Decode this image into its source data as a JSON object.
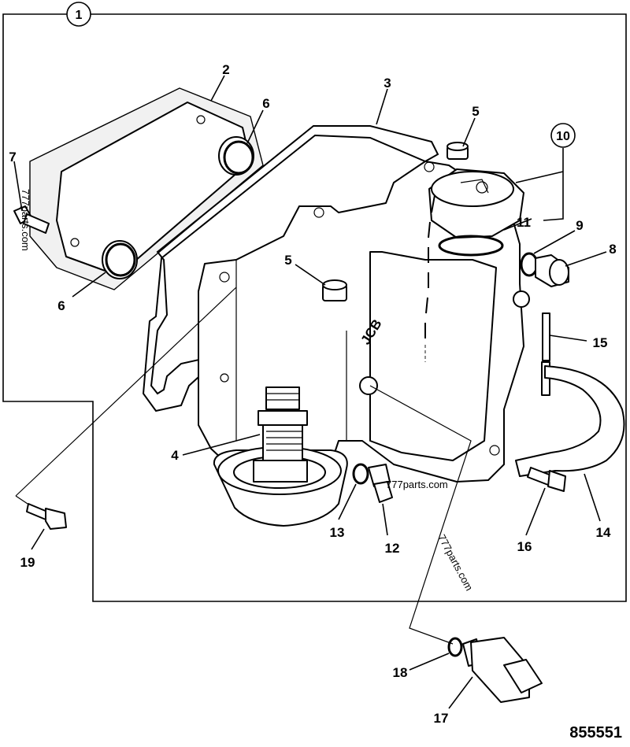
{
  "diagram": {
    "assembly_label": "1",
    "sub_assembly_label": "10",
    "part_labels": [
      "2",
      "3",
      "4",
      "5",
      "5",
      "6",
      "6",
      "7",
      "8",
      "9",
      "11",
      "12",
      "13",
      "14",
      "15",
      "16",
      "17",
      "18",
      "19"
    ],
    "watermarks": [
      "777parts.com",
      "777parts.com",
      "777parts.com"
    ],
    "document_number": "855551",
    "brand_mark": "JCB"
  }
}
